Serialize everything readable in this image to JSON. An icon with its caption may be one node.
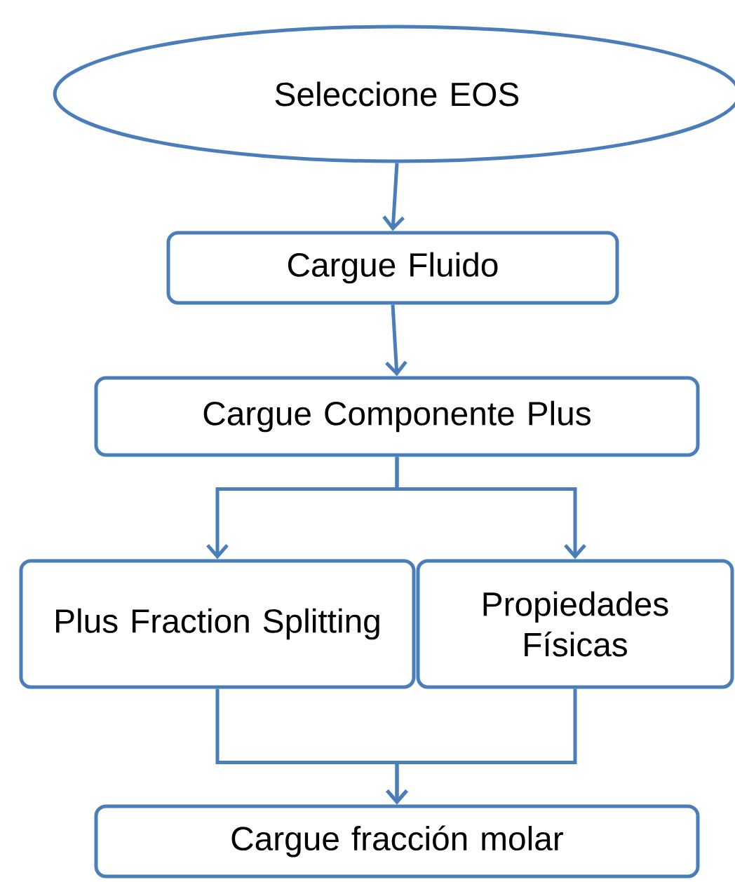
{
  "diagram": {
    "nodes": [
      {
        "text": [
          "Seleccione EOS"
        ]
      },
      {
        "text": [
          "Cargue Fluido"
        ]
      },
      {
        "text": [
          "Cargue Componente Plus"
        ]
      },
      {
        "text": [
          "Plus Fraction Splitting"
        ]
      },
      {
        "text": [
          "Propiedades Físicas"
        ]
      },
      {
        "text": [
          "Cargue fracción molar"
        ]
      }
    ],
    "edges": [
      {
        "from": 0,
        "to": 1,
        "arrow": "to"
      },
      {
        "from": 1,
        "to": 2,
        "arrow": "to"
      },
      {
        "from": 2,
        "to": 3,
        "arrow": "to"
      },
      {
        "from": 2,
        "to": 4,
        "arrow": "to"
      },
      {
        "from": 3,
        "to": 5,
        "arrow": "to"
      },
      {
        "from": 4,
        "to": 5,
        "arrow": "to"
      }
    ]
  }
}
